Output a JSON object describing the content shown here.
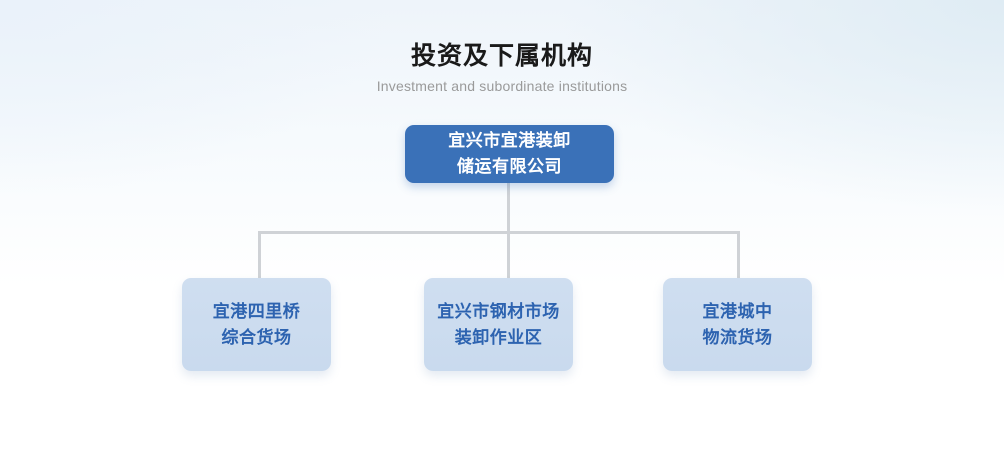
{
  "header": {
    "title_cn": "投资及下属机构",
    "title_en": "Investment and subordinate institutions"
  },
  "chart": {
    "root": {
      "label": "宜兴市宜港装卸\n储运有限公司",
      "bg_color": "#3a71b8",
      "text_color": "#ffffff"
    },
    "children": [
      {
        "label": "宜港四里桥\n综合货场",
        "bg_color": "#cbdcef",
        "text_color": "#2d63b0"
      },
      {
        "label": "宜兴市钢材市场\n装卸作业区",
        "bg_color": "#cbdcef",
        "text_color": "#2d63b0"
      },
      {
        "label": "宜港城中\n物流货场",
        "bg_color": "#cbdcef",
        "text_color": "#2d63b0"
      }
    ],
    "connector_color": "#cfd2d6"
  }
}
